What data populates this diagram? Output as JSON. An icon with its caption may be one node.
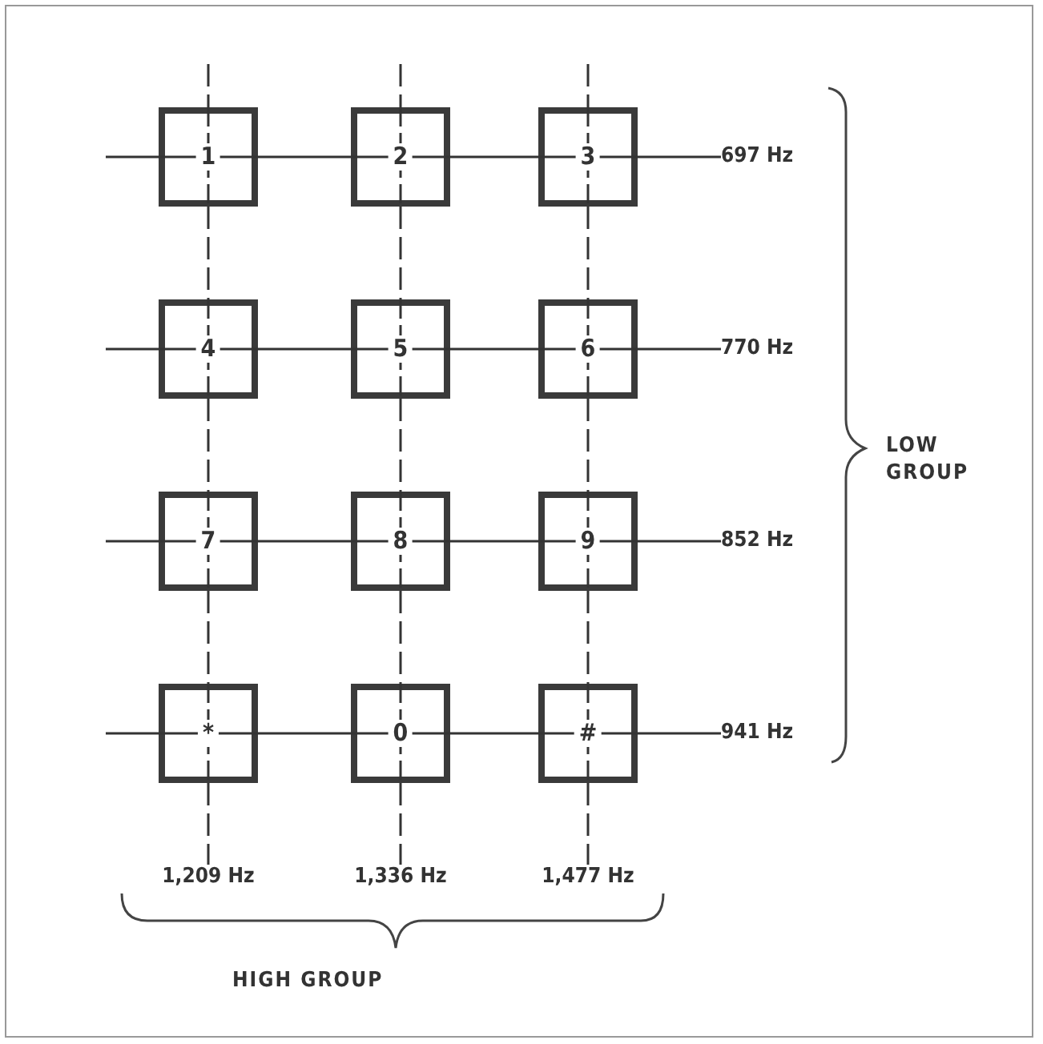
{
  "diagram": {
    "nodes": [
      {
        "text": [
          "1"
        ]
      },
      {
        "text": [
          "2"
        ]
      },
      {
        "text": [
          "3"
        ]
      },
      {
        "text": [
          "4"
        ]
      },
      {
        "text": [
          "5"
        ]
      },
      {
        "text": [
          "6"
        ]
      },
      {
        "text": [
          "7"
        ]
      },
      {
        "text": [
          "8"
        ]
      },
      {
        "text": [
          "9"
        ]
      },
      {
        "text": [
          "*"
        ]
      },
      {
        "text": [
          "0"
        ]
      },
      {
        "text": [
          "#"
        ]
      },
      {
        "text": [
          "697 Hz"
        ]
      },
      {
        "text": [
          "770 Hz"
        ]
      },
      {
        "text": [
          "852 Hz"
        ]
      },
      {
        "text": [
          "941 Hz"
        ]
      },
      {
        "text": [
          "1,209 Hz"
        ]
      },
      {
        "text": [
          "1,336 Hz"
        ]
      },
      {
        "text": [
          "1,477 Hz"
        ]
      }
    ],
    "edges": [
      {
        "from": null,
        "to": 0,
        "arrow": "none"
      },
      {
        "from": 0,
        "to": 1,
        "arrow": "none"
      },
      {
        "from": 1,
        "to": 2,
        "arrow": "none"
      },
      {
        "from": 2,
        "to": 12,
        "arrow": "none"
      },
      {
        "from": null,
        "to": 3,
        "arrow": "none"
      },
      {
        "from": 3,
        "to": 4,
        "arrow": "none"
      },
      {
        "from": 4,
        "to": 5,
        "arrow": "none"
      },
      {
        "from": 5,
        "to": 13,
        "arrow": "none"
      },
      {
        "from": null,
        "to": 6,
        "arrow": "none"
      },
      {
        "from": 6,
        "to": 7,
        "arrow": "none"
      },
      {
        "from": 7,
        "to": 8,
        "arrow": "none"
      },
      {
        "from": 8,
        "to": 14,
        "arrow": "none"
      },
      {
        "from": null,
        "to": 9,
        "arrow": "none"
      },
      {
        "from": 9,
        "to": 10,
        "arrow": "none"
      },
      {
        "from": 10,
        "to": 11,
        "arrow": "none"
      },
      {
        "from": 11,
        "to": 15,
        "arrow": "none"
      },
      {
        "from": null,
        "to": 0,
        "arrow": "none",
        "style": "dashed"
      },
      {
        "from": 0,
        "to": 3,
        "arrow": "none",
        "style": "dashed"
      },
      {
        "from": 3,
        "to": 6,
        "arrow": "none",
        "style": "dashed"
      },
      {
        "from": 6,
        "to": 9,
        "arrow": "none",
        "style": "dashed"
      },
      {
        "from": 9,
        "to": 16,
        "arrow": "none",
        "style": "dashed"
      },
      {
        "from": null,
        "to": 1,
        "arrow": "none",
        "style": "dashed"
      },
      {
        "from": 1,
        "to": 4,
        "arrow": "none",
        "style": "dashed"
      },
      {
        "from": 4,
        "to": 7,
        "arrow": "none",
        "style": "dashed"
      },
      {
        "from": 7,
        "to": 10,
        "arrow": "none",
        "style": "dashed"
      },
      {
        "from": 10,
        "to": 17,
        "arrow": "none",
        "style": "dashed"
      },
      {
        "from": null,
        "to": 2,
        "arrow": "none",
        "style": "dashed"
      },
      {
        "from": 2,
        "to": 5,
        "arrow": "none",
        "style": "dashed"
      },
      {
        "from": 5,
        "to": 8,
        "arrow": "none",
        "style": "dashed"
      },
      {
        "from": 8,
        "to": 11,
        "arrow": "none",
        "style": "dashed"
      },
      {
        "from": 11,
        "to": 18,
        "arrow": "none",
        "style": "dashed"
      }
    ],
    "labels": [
      "LOW GROUP",
      "HIGH GROUP"
    ]
  }
}
